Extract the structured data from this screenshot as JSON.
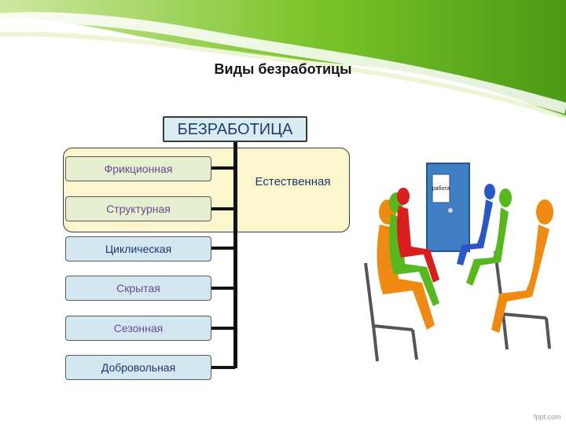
{
  "title": "Виды безработицы",
  "diagram": {
    "root": "БЕЗРАБОТИЦА",
    "group_label": "Естественная",
    "items": [
      "Фрикционная",
      "Структурная",
      "Циклическая",
      "Скрытая",
      "Сезонная",
      "Добровольная"
    ]
  },
  "illustration": {
    "door_sign": "работа"
  },
  "footer_logo": "fppt.com",
  "colors": {
    "green_banner": "#5aa81a",
    "natural_bg": "#fcf6cf",
    "green_box": "#e5efcf",
    "blue_box": "#d3e7f1",
    "root_box": "#d9ecf4",
    "door": "#3f7fc4"
  }
}
